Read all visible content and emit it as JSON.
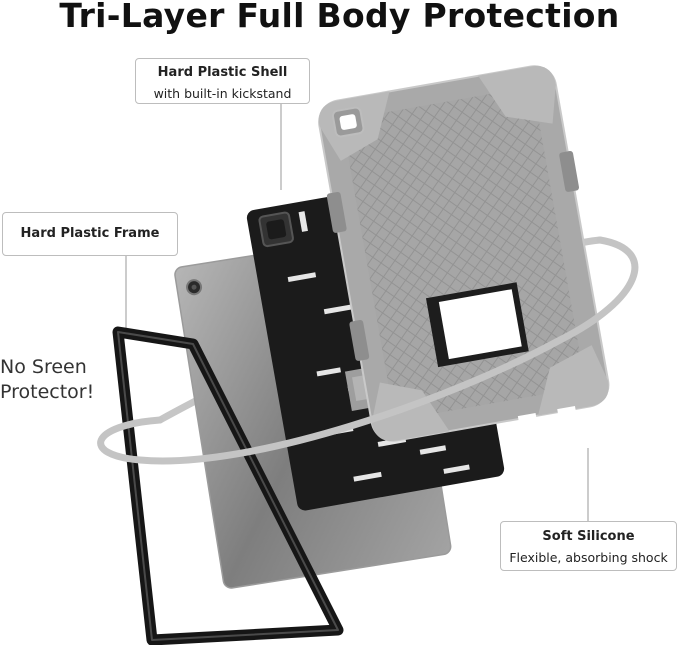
{
  "title": "Tri-Layer Full Body Protection",
  "callouts": {
    "shell": {
      "title": "Hard Plastic Shell",
      "subtitle": "with built-in kickstand"
    },
    "frame": {
      "title": "Hard Plastic Frame"
    },
    "silicone": {
      "title": "Soft Silicone",
      "subtitle": "Flexible, absorbing shock"
    }
  },
  "note": {
    "line1": "No Sreen",
    "line2": "Protector!"
  },
  "colors": {
    "silicone": "#a9a9a9",
    "silicone_dark": "#8f8f8f",
    "shell": "#1c1c1c",
    "frame": "#161616",
    "tablet": "#8c8c8c",
    "ring": "#c4c4c4"
  }
}
